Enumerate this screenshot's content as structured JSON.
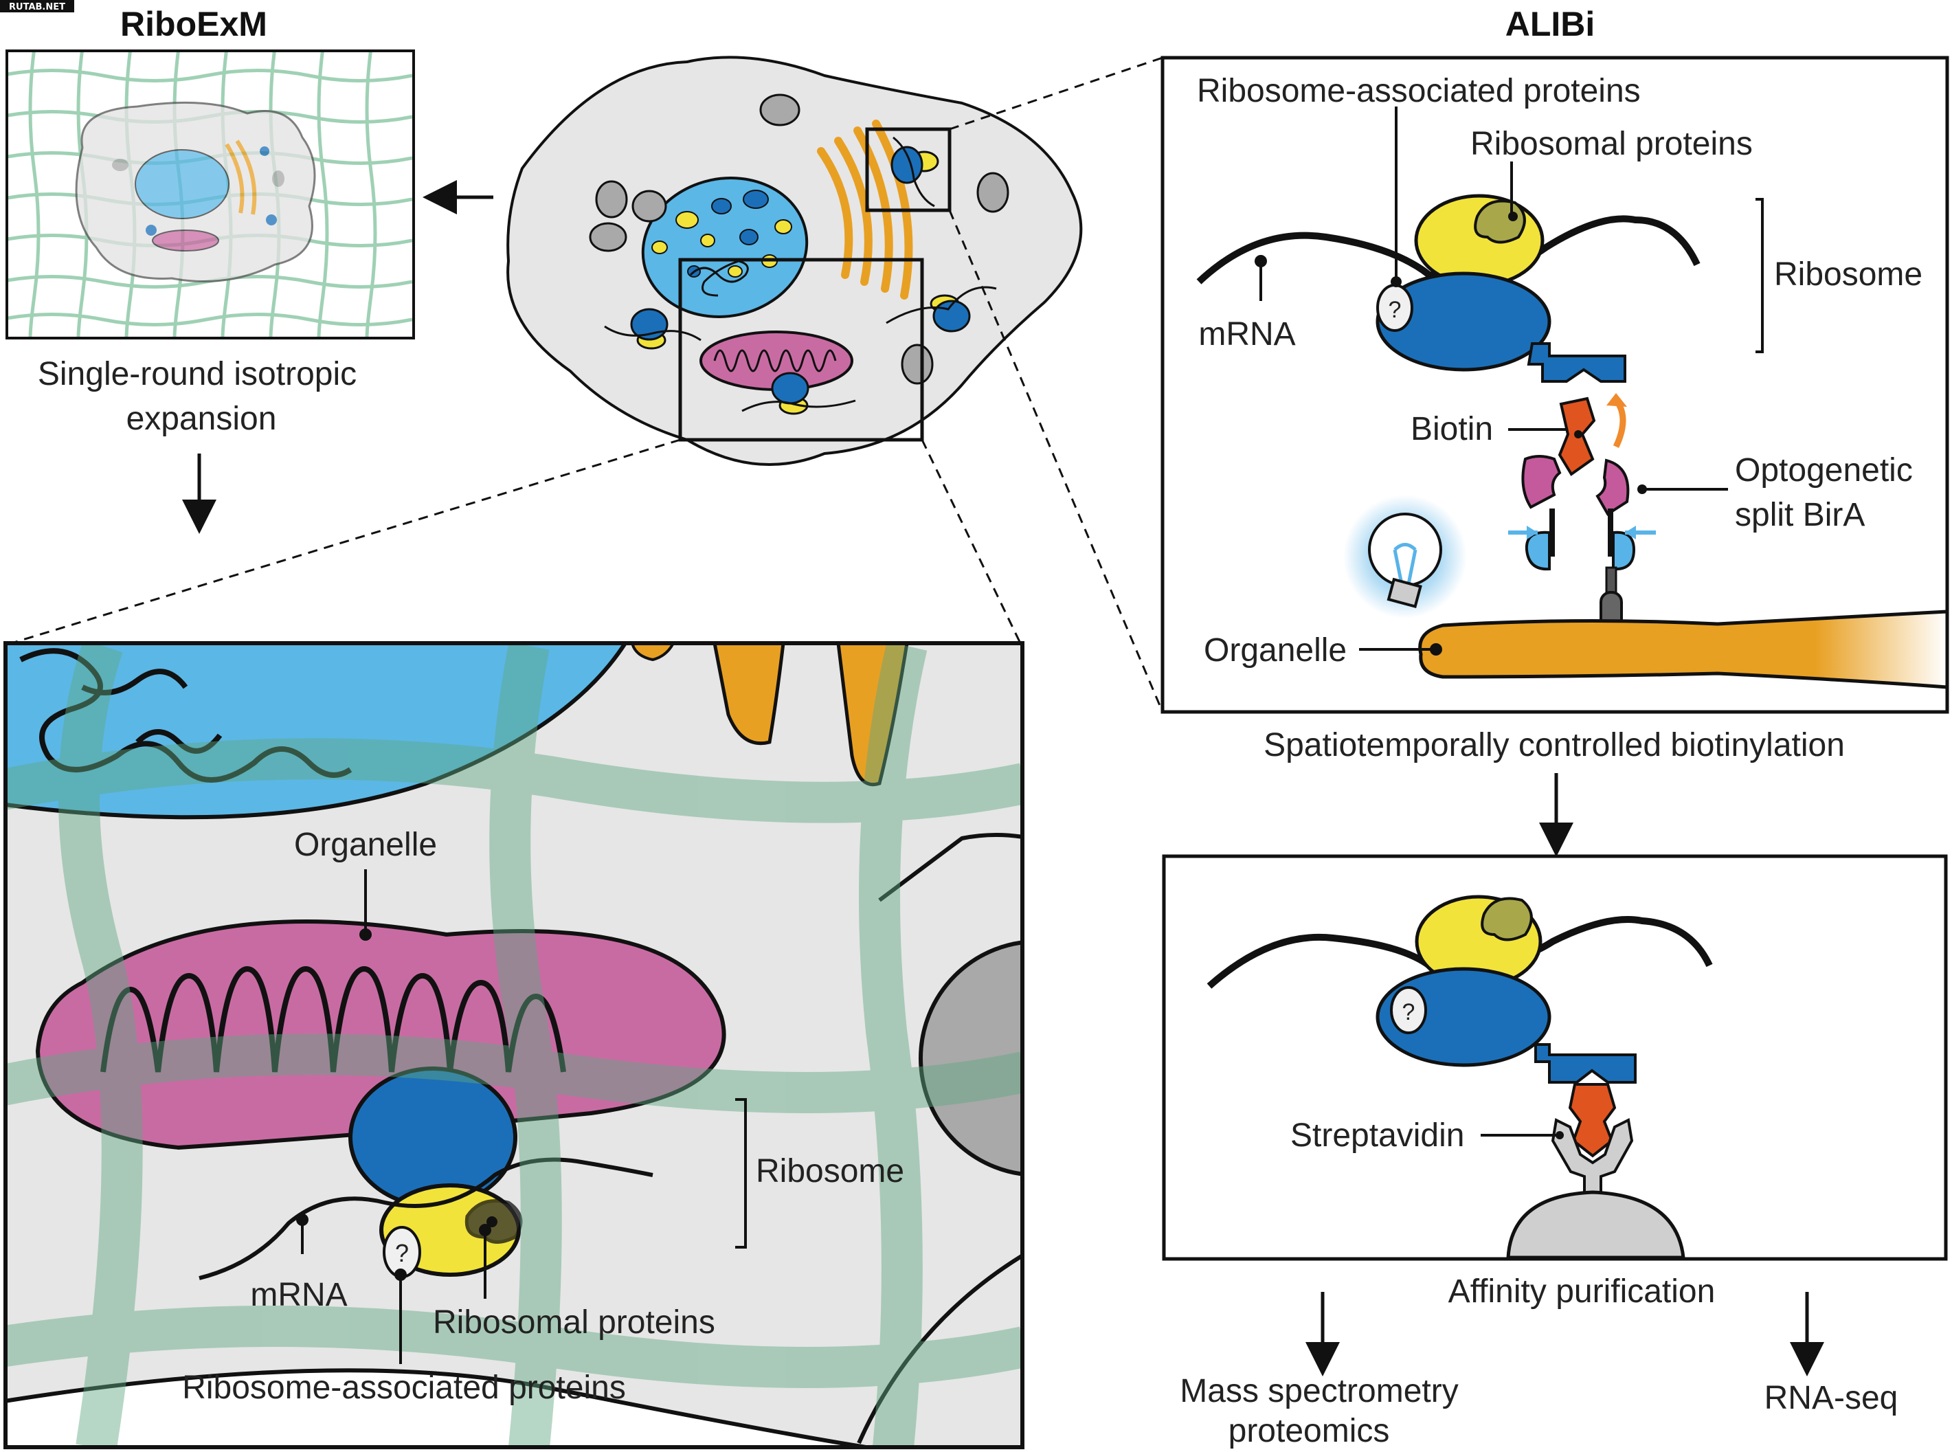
{
  "watermark": "RUTAB.NET",
  "riboexm": {
    "title": "RiboExM",
    "expansion_line1": "Single-round isotropic",
    "expansion_line2": "expansion",
    "zoom": {
      "organelle": "Organelle",
      "ribosome": "Ribosome",
      "mrna": "mRNA",
      "ribosomal_proteins": "Ribosomal proteins",
      "ribosome_associated_proteins": "Ribosome-associated proteins",
      "question_mark": "?"
    }
  },
  "alibi": {
    "title": "ALIBi",
    "top_panel": {
      "ribosome_associated_proteins": "Ribosome-associated proteins",
      "ribosomal_proteins": "Ribosomal proteins",
      "ribosome": "Ribosome",
      "mrna": "mRNA",
      "biotin": "Biotin",
      "optogenetic_line1": "Optogenetic",
      "optogenetic_line2": "split BirA",
      "organelle": "Organelle",
      "question_mark": "?"
    },
    "biotinylation_caption": "Spatiotemporally controlled biotinylation",
    "bottom_panel": {
      "streptavidin": "Streptavidin",
      "question_mark": "?"
    },
    "affinity_caption": "Affinity purification",
    "ms_line1": "Mass spectrometry",
    "ms_line2": "proteomics",
    "rnaseq": "RNA-seq"
  },
  "colors": {
    "ribosome_large": "#1B6FB8",
    "ribosome_small": "#F2E33B",
    "organelle": "#E8A023",
    "mitochondrion": "#C96BA3",
    "nucleus": "#5BB7E6",
    "hydrogel": "#8FC9A8",
    "biotin": "#E0541F",
    "split_bira": "#C45A9C",
    "light_blue": "#58B3E8",
    "cell_fill": "#E6E6E6",
    "vesicle": "#A9A9A9"
  }
}
